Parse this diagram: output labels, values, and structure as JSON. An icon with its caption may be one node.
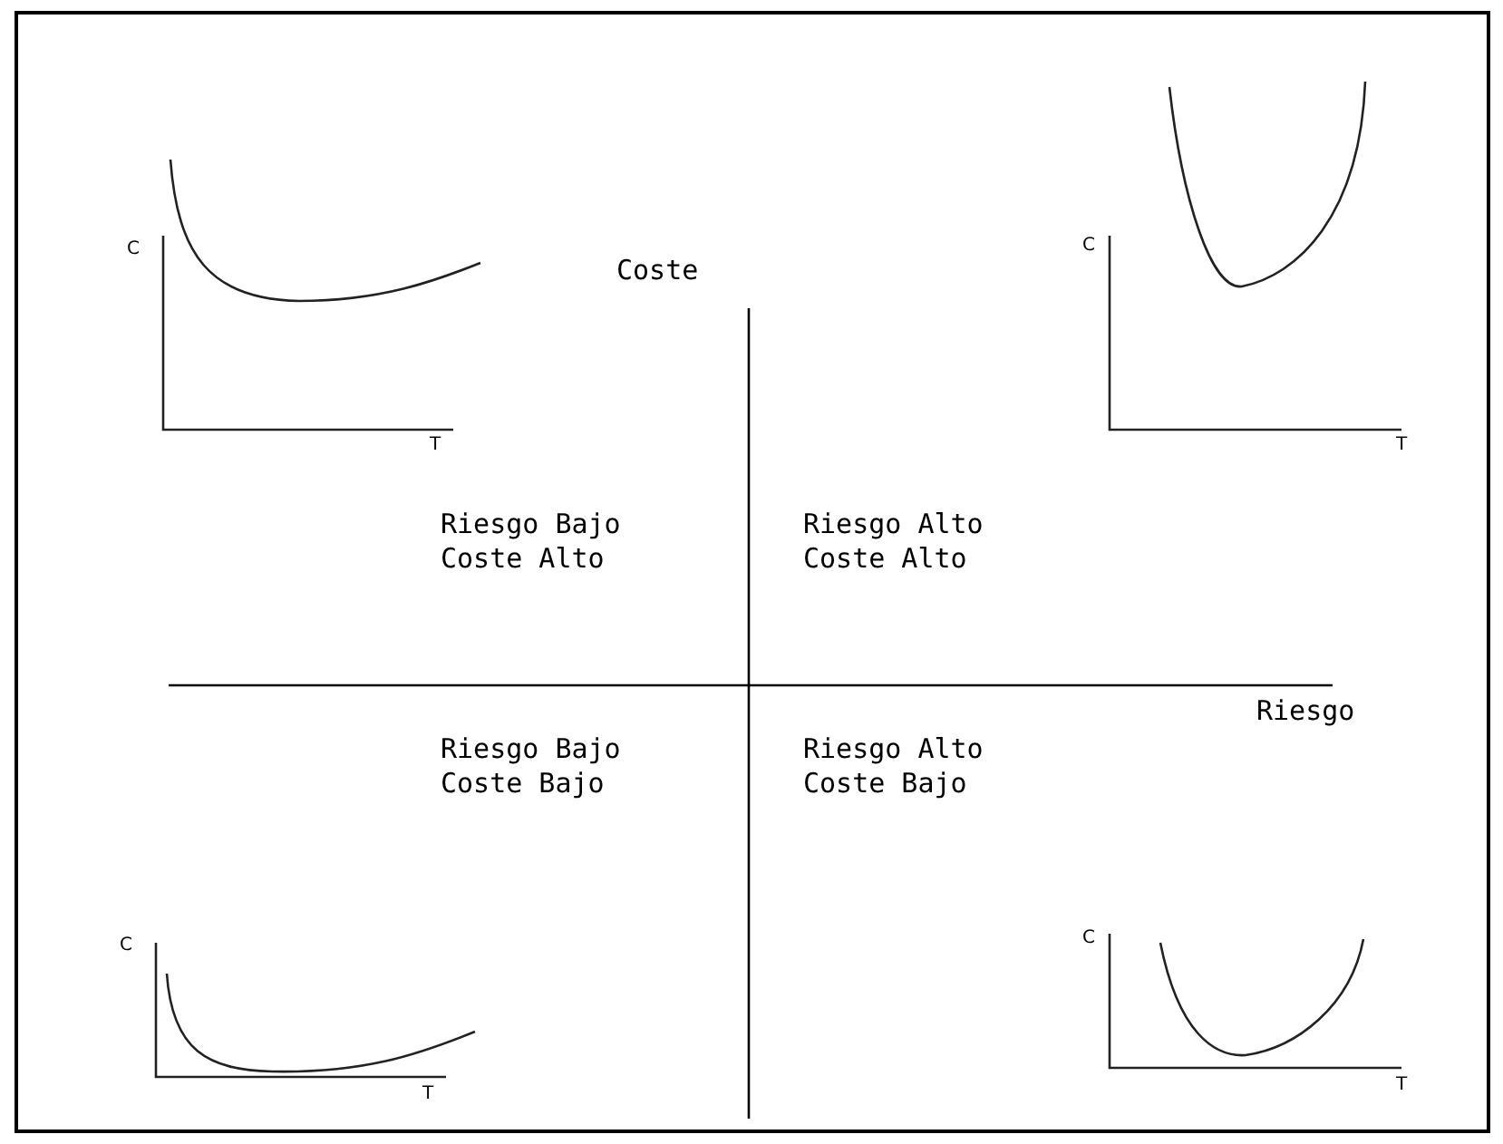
{
  "diagram": {
    "labels": [
      "C",
      "T",
      "Coste",
      "C",
      "T",
      "Riesgo Bajo Coste Alto",
      "Riesgo Alto Coste Alto",
      "Riesgo",
      "Riesgo Bajo Coste Bajo",
      "Riesgo Alto Coste Bajo",
      "C",
      "T",
      "C",
      "T"
    ]
  }
}
